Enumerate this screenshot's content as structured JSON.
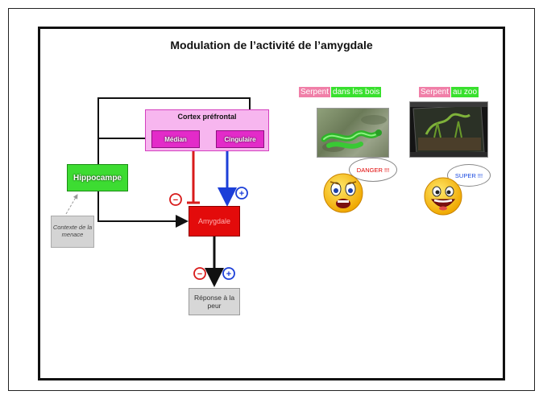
{
  "slide": {
    "title": "Modulation de l’activité de l’amygdale"
  },
  "diagram": {
    "cortex_title": "Cortex préfrontal",
    "median": "Médian",
    "cingulaire": "Cingulaire",
    "hippocampe": "Hippocampe",
    "contexte": "Contexte de la menace",
    "amygdale": "Amygdale",
    "reponse": "Réponse à la peur",
    "minus": "−",
    "plus": "+"
  },
  "scenes": {
    "bois_pink": "Serpent",
    "bois_green": "dans les bois",
    "zoo_pink": "Serpent",
    "zoo_green": "au zoo",
    "danger": "DANGER !!!",
    "super": "SUPER !!!"
  },
  "colors": {
    "inhibit": "#d81b1b",
    "excite": "#1c3fd8",
    "cortex_fill": "#f7b6ef",
    "amygdale_fill": "#e30b0b",
    "hippocampe_fill": "#3ddc32"
  }
}
